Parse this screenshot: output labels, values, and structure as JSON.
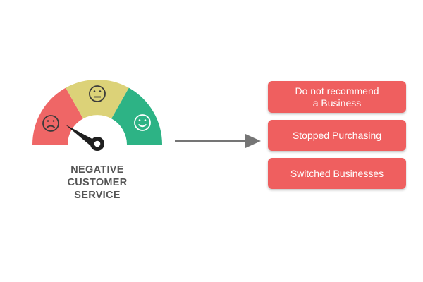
{
  "gauge": {
    "segments": [
      {
        "mood": "sad",
        "icon": "sad-face-icon",
        "color": "#ef6666"
      },
      {
        "mood": "neutral",
        "icon": "neutral-face-icon",
        "color": "#dcd278"
      },
      {
        "mood": "happy",
        "icon": "happy-face-icon",
        "color": "#2db385"
      }
    ],
    "label_lines": [
      "NEGATIVE",
      "CUSTOMER",
      "SERVICE"
    ],
    "needle_color": "#1f1f1f"
  },
  "arrow": {
    "color": "#757575"
  },
  "outcomes": [
    {
      "lines": [
        "Do not recommend",
        "a Business"
      ]
    },
    {
      "lines": [
        "Stopped Purchasing"
      ]
    },
    {
      "lines": [
        "Switched Businesses"
      ]
    }
  ],
  "outcome_color": "#ef5f5f"
}
